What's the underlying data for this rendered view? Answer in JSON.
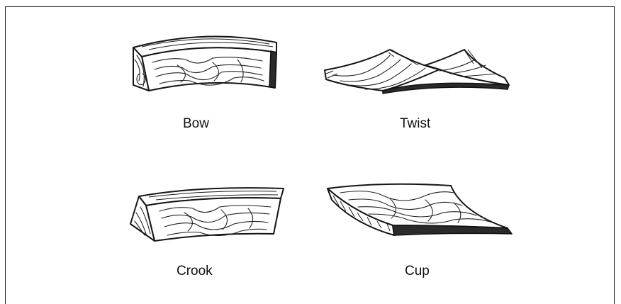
{
  "figure": {
    "title": "",
    "panels": [
      {
        "id": "bow",
        "label": "Bow"
      },
      {
        "id": "twist",
        "label": "Twist"
      },
      {
        "id": "crook",
        "label": "Crook"
      },
      {
        "id": "cup",
        "label": "Cup"
      }
    ]
  }
}
